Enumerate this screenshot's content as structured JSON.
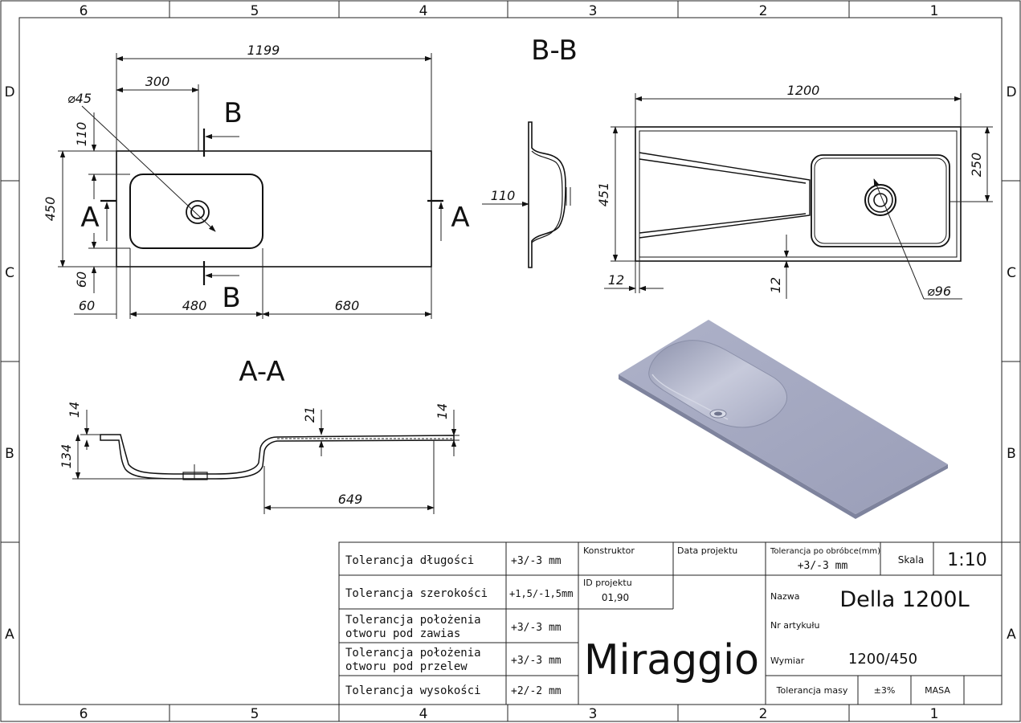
{
  "frame": {
    "columns": [
      "6",
      "5",
      "4",
      "3",
      "2",
      "1"
    ],
    "rows": [
      "D",
      "C",
      "B",
      "A"
    ]
  },
  "top_view": {
    "dims": {
      "overall_length": "1199",
      "bowl_offset": "300",
      "drain_diameter": "⌀45",
      "bowl_top_margin": "110",
      "width": "450",
      "bowl_bottom_margin": "60",
      "left_margin": "60",
      "bowl_length": "480",
      "right_length": "680"
    },
    "section_marks": {
      "b": "B",
      "a": "A"
    }
  },
  "section_bb": {
    "title": "B-B",
    "depth": "110"
  },
  "bottom_view": {
    "dims": {
      "length": "1200",
      "width": "451",
      "bowl_width": "250",
      "edge_left": "12",
      "edge_bottom": "12",
      "drain_diameter": "⌀96"
    }
  },
  "section_aa": {
    "title": "A-A",
    "dims": {
      "top_thickness": "14",
      "depth": "134",
      "mid_thickness": "21",
      "right_thickness": "14",
      "right_length": "649"
    }
  },
  "title_block": {
    "tolerances": [
      {
        "label": "Tolerancja długości",
        "value": "+3/-3 mm"
      },
      {
        "label": "Tolerancja szerokości",
        "value": "+1,5/-1,5mm"
      },
      {
        "label": "Tolerancja położenia",
        "label2": "otworu pod zawias",
        "value": "+3/-3 mm"
      },
      {
        "label": "Tolerancja położenia",
        "label2": "otworu pod przelew",
        "value": "+3/-3 mm"
      },
      {
        "label": "Tolerancja wysokości",
        "value": "+2/-2 mm"
      }
    ],
    "konstruktor_label": "Konstruktor",
    "data_projektu_label": "Data projektu",
    "id_projektu_label": "ID projektu",
    "id_projektu_value": "01,90",
    "brand": "Miraggio",
    "tol_obrobce_label": "Tolerancja po obróbce(mm)",
    "tol_obrobce_value": "+3/-3 mm",
    "skala_label": "Skala",
    "skala_value": "1:10",
    "nazwa_label": "Nazwa",
    "nazwa_value": "Della 1200L",
    "nr_artykulu_label": "Nr artykułu",
    "wymiar_label": "Wymiar",
    "wymiar_value": "1200/450",
    "tol_masy_label": "Tolerancja masy",
    "tol_masy_value": "±3%",
    "masa_label": "MASA"
  },
  "colors": {
    "render_surface": "#a3a7c0",
    "render_shadow": "#8e93ad",
    "render_bowl": "#b9bdd1"
  }
}
